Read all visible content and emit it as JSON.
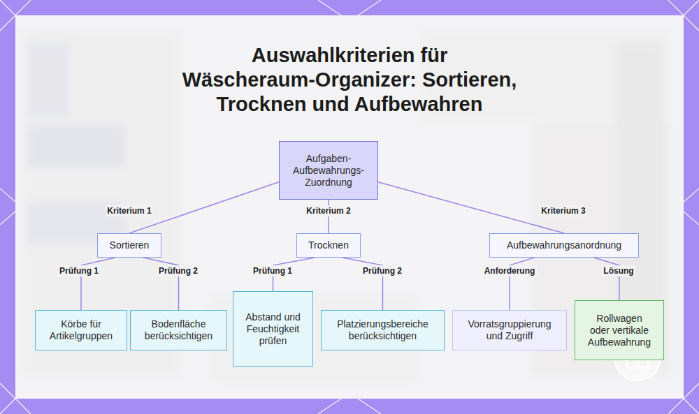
{
  "diagram": {
    "title": "Auswahlkriterien für Wäscheraum-Organizer: Sortieren, Trocknen und Aufbewahren",
    "nodes": [
      {
        "text": [
          "Aufgaben- Aufbewahrungs- Zuordnung"
        ]
      },
      {
        "text": [
          "Sortieren"
        ]
      },
      {
        "text": [
          "Trocknen"
        ]
      },
      {
        "text": [
          "Aufbewahrungsanordnung"
        ]
      },
      {
        "text": [
          "Körbe für Artikelgruppen"
        ]
      },
      {
        "text": [
          "Bodenfläche berücksichtigen"
        ]
      },
      {
        "text": [
          "Abstand und Feuchtigkeit prüfen"
        ]
      },
      {
        "text": [
          "Platzierungsbereiche berücksichtigen"
        ]
      },
      {
        "text": [
          "Vorratsgruppierung und Zugriff"
        ]
      },
      {
        "text": [
          "Rollwagen oder vertikale Aufbewahrung"
        ]
      }
    ],
    "edges": [
      {
        "from": 0,
        "to": 1,
        "label": "Kriterium 1",
        "arrow": "none"
      },
      {
        "from": 0,
        "to": 2,
        "label": "Kriterium 2",
        "arrow": "none"
      },
      {
        "from": 0,
        "to": 3,
        "label": "Kriterium 3",
        "arrow": "none"
      },
      {
        "from": 1,
        "to": 4,
        "label": "Prüfung 1",
        "arrow": "none"
      },
      {
        "from": 1,
        "to": 5,
        "label": "Prüfung 2",
        "arrow": "none"
      },
      {
        "from": 2,
        "to": 6,
        "label": "Prüfung 1",
        "arrow": "none"
      },
      {
        "from": 2,
        "to": 7,
        "label": "Prüfung 2",
        "arrow": "none"
      },
      {
        "from": 3,
        "to": 8,
        "label": "Anforderung",
        "arrow": "none"
      },
      {
        "from": 3,
        "to": 9,
        "label": "Lösung",
        "arrow": "none"
      }
    ]
  }
}
